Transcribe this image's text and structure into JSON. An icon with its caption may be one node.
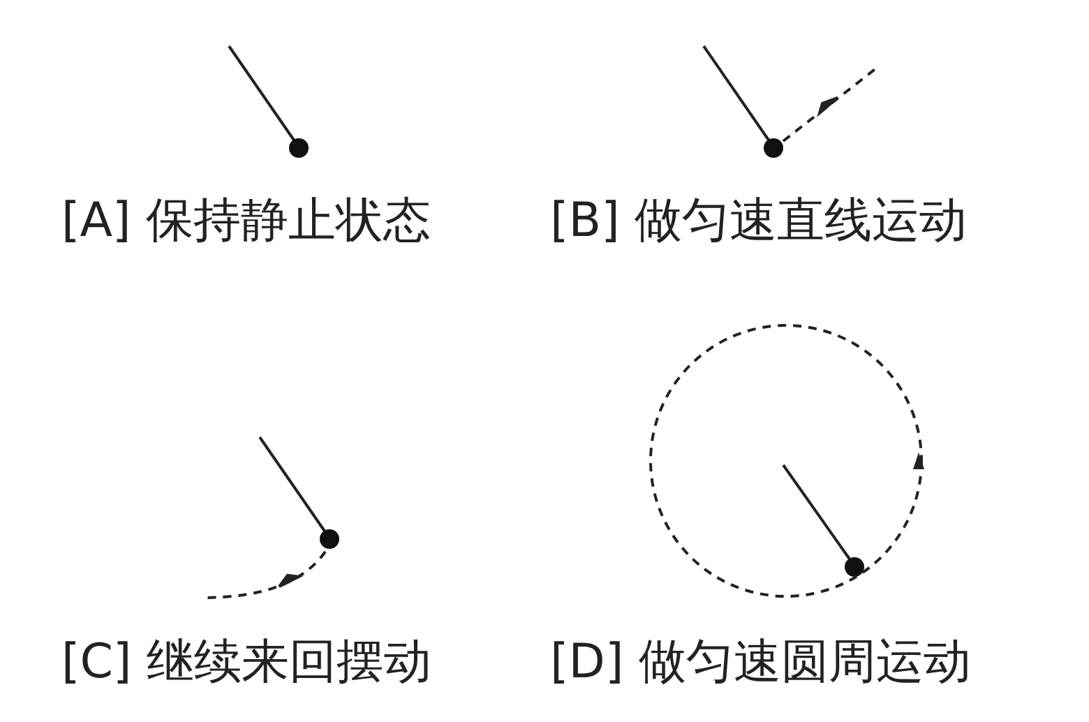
{
  "diagram": {
    "labels": [
      "[A] 保持静止状态",
      "[B] 做匀速直线运动",
      "[C] 继续来回摆动",
      "[D] 做匀速圆周运动"
    ]
  }
}
